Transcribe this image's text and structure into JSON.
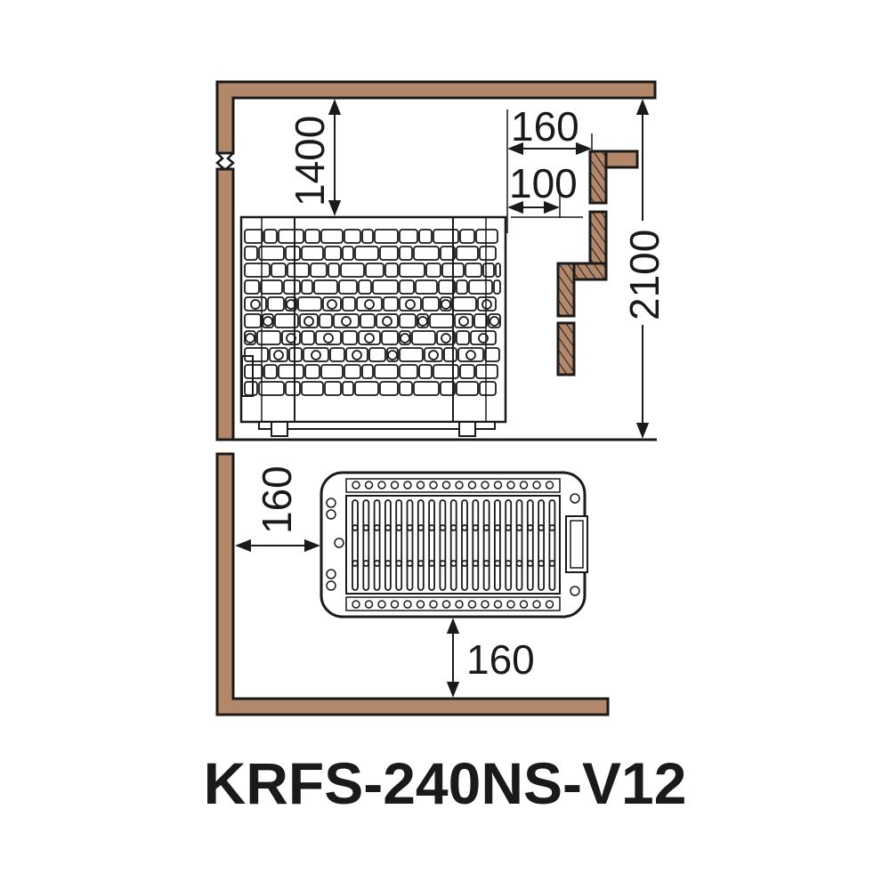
{
  "title": "KRFS-240NS-V12",
  "colors": {
    "wall_fill": "#b3876a",
    "outline": "#1a1a1a",
    "background": "#ffffff"
  },
  "side_view": {
    "dim_ceiling_to_heater": "1400",
    "dim_heater_to_wall_max": "160",
    "dim_heater_to_bench_min": "100",
    "dim_room_height": "2100"
  },
  "top_view": {
    "dim_side_clearance": "160",
    "dim_front_clearance": "160"
  }
}
